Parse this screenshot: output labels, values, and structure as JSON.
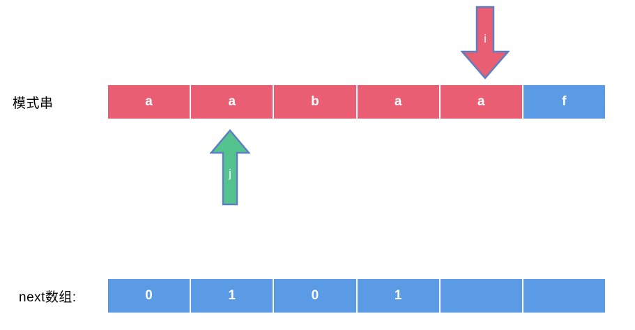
{
  "diagram": {
    "title_pattern_label": "模式串",
    "title_next_label": "next数组:",
    "colors": {
      "red": "#ea5e74",
      "blue": "#5b9be5",
      "green": "#55c38e",
      "arrow_border": "#5b7fc0",
      "text_on_cell": "#ffffff",
      "label_text": "#000000",
      "background": "#ffffff"
    },
    "pattern_row": {
      "cells": [
        {
          "value": "a",
          "color": "red"
        },
        {
          "value": "a",
          "color": "red"
        },
        {
          "value": "b",
          "color": "red"
        },
        {
          "value": "a",
          "color": "red"
        },
        {
          "value": "a",
          "color": "red"
        },
        {
          "value": "f",
          "color": "blue"
        }
      ]
    },
    "next_row": {
      "cells": [
        {
          "value": "0",
          "color": "blue"
        },
        {
          "value": "1",
          "color": "blue"
        },
        {
          "value": "0",
          "color": "blue"
        },
        {
          "value": "1",
          "color": "blue"
        },
        {
          "value": "",
          "color": "blue"
        },
        {
          "value": "",
          "color": "blue"
        }
      ]
    },
    "pointers": [
      {
        "name": "i",
        "label": "i",
        "direction": "down",
        "color": "red",
        "points_to_cell_index": 4
      },
      {
        "name": "j",
        "label": "j",
        "direction": "up",
        "color": "green",
        "points_to_cell_index": 1
      }
    ]
  }
}
